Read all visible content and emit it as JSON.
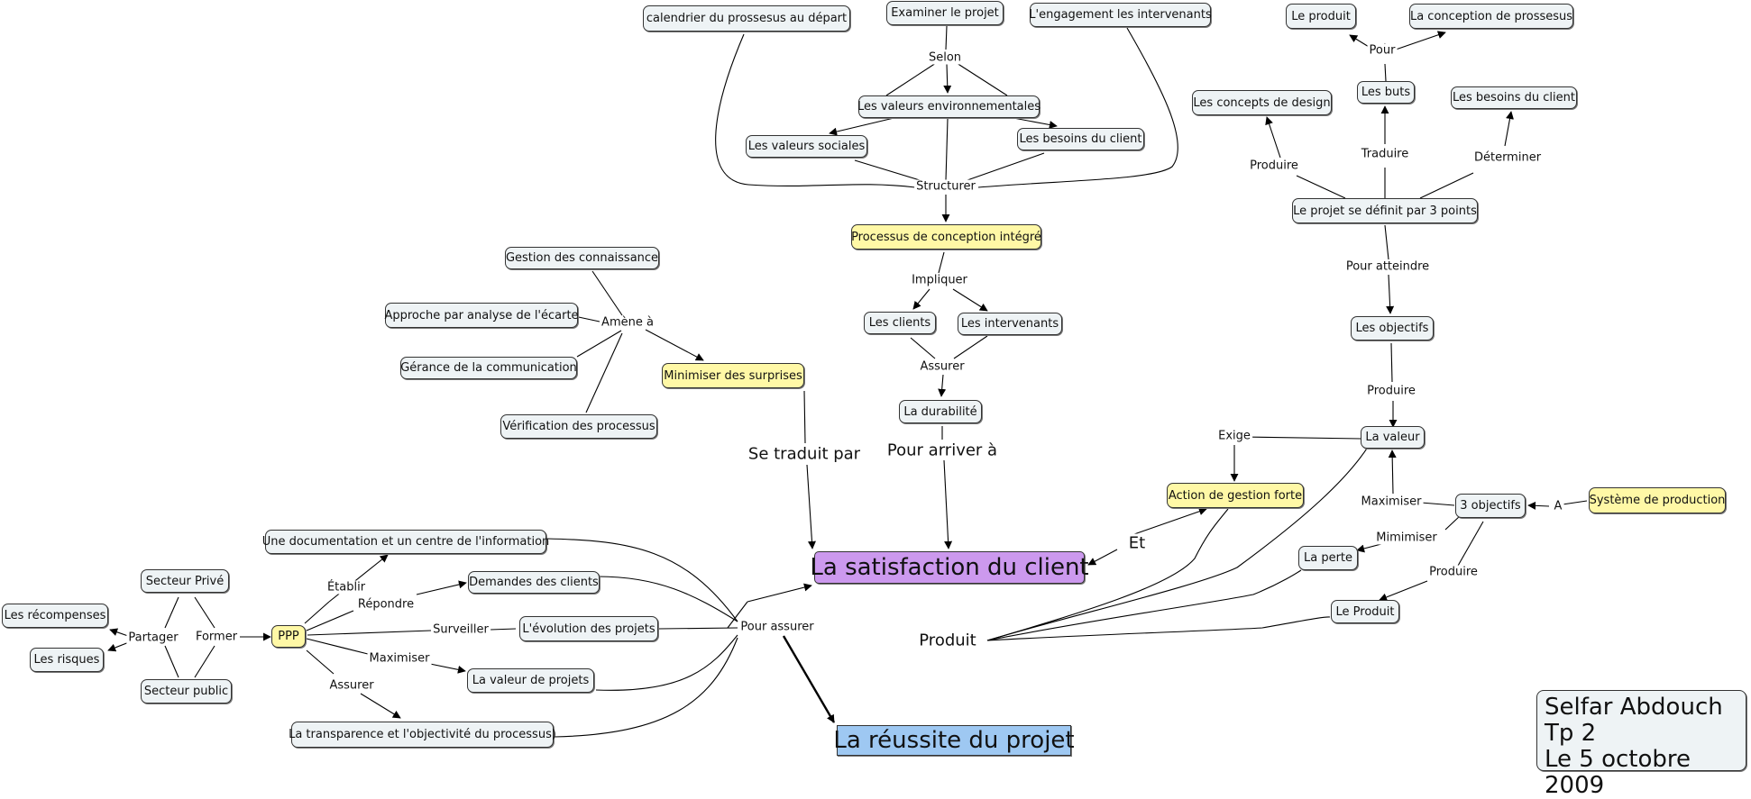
{
  "nodes": {
    "calendrier": "calendrier du prossesus au départ",
    "examiner": "Examiner le projet",
    "engagement": "L'engagement les intervenants",
    "valeurs_env": "Les valeurs environnementales",
    "valeurs_soc": "Les valeurs sociales",
    "besoins_client_1": "Les besoins du client",
    "processus": "Processus de conception intégré",
    "clients": "Les clients",
    "intervenants": "Les intervenants",
    "durabilite": "La durabilité",
    "gestion_conn": "Gestion des connaissance",
    "approche": "Approche par analyse de l'écarte",
    "gerance": "Gérance de la communication",
    "verification": "Vérification des processus",
    "minimiser": "Minimiser des surprises",
    "satisfaction": "La satisfaction du client",
    "reussite": "La réussite du projet",
    "produit_top": "Le produit",
    "conception_pross": "La conception de prossesus",
    "buts": "Les buts",
    "concepts": "Les concepts de design",
    "besoins_client_2": "Les besoins du client",
    "projet_3pts": "Le projet se définit par 3 points",
    "objectifs": "Les objectifs",
    "valeur": "La valeur",
    "action": "Action de gestion forte",
    "trois_obj": "3 objectifs",
    "systeme": "Système de production",
    "perte": "La perte",
    "le_produit": "Le Produit",
    "documentation": "Une documentation et un centre de l'information",
    "demandes": "Demandes des clients",
    "evolution": "L'évolution des projets",
    "valeur_projets": "La valeur de projets",
    "transparence": "La transparence et l'objectivité du processus)",
    "secteur_prive": "Secteur Privé",
    "secteur_public": "Secteur public",
    "ppp": "PPP",
    "recompenses": "Les récompenses",
    "risques": "Les risques"
  },
  "links": {
    "selon": "Selon",
    "structurer": "Structurer",
    "impliquer": "Impliquer",
    "assurer_1": "Assurer",
    "pour_arriver": "Pour arriver à",
    "amene": "Amène à",
    "se_traduit": "Se traduit par",
    "pour": "Pour",
    "produire_1": "Produire",
    "traduire": "Traduire",
    "determiner": "Déterminer",
    "pour_atteindre": "Pour atteindre",
    "produire_2": "Produire",
    "exige": "Exige",
    "maximiser_1": "Maximiser",
    "a": "A",
    "mimimiser": "Mimimiser",
    "produire_3": "Produire",
    "et": "Et",
    "produit": "Produit",
    "pour_assurer": "Pour assurer",
    "etablir": "Établir",
    "repondre": "Répondre",
    "surveiller": "Surveiller",
    "maximiser_2": "Maximiser",
    "assurer_2": "Assurer",
    "former": "Former",
    "partager": "Partager"
  },
  "signature": {
    "line1": "Selfar Abdouch",
    "line2": "Tp 2",
    "line3": "Le 5 octobre 2009"
  },
  "colors": {
    "default_node": "#eef3f5",
    "highlight_node": "#fff8a6",
    "satisfaction_node": "#cc99ee",
    "reussite_node": "#9ec8f2"
  }
}
